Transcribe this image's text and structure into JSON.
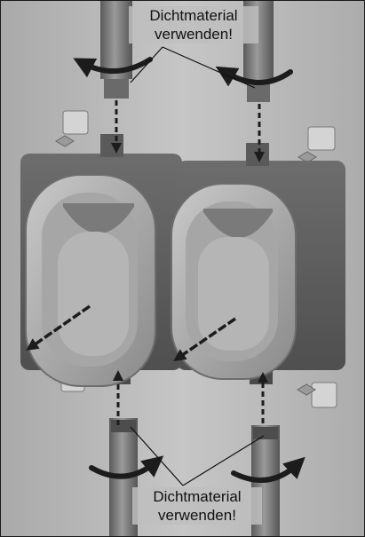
{
  "callouts": {
    "top": {
      "line1": "Dichtmaterial",
      "line2": "verwenden!"
    },
    "bottom": {
      "line1": "Dichtmaterial",
      "line2": "verwenden!"
    }
  },
  "colors": {
    "background": "#bdbdbd",
    "housing": "#5f5f5f",
    "tubing": "#7a7a7a",
    "arrows": "#1c1c1c"
  },
  "icons": [
    "rotate-arrow-icon",
    "down-arrow-icon",
    "up-arrow-icon",
    "diagonal-arrow-icon"
  ]
}
